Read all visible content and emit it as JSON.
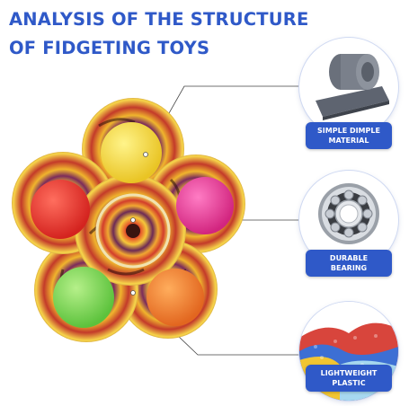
{
  "headline": {
    "line1": "ANALYSIS OF THE STRUCTURE",
    "line2": "OF FIDGETING TOYS"
  },
  "features": [
    {
      "name": "material",
      "label_line1": "SIMPLE DIMPLE",
      "label_line2": "MATERIAL",
      "icon": "foam-roll-icon"
    },
    {
      "name": "bearing",
      "label_line1": "DURABLE",
      "label_line2": "BEARING",
      "icon": "ball-bearing-icon"
    },
    {
      "name": "plastic",
      "label_line1": "LIGHTWEIGHT",
      "label_line2": "PLASTIC",
      "icon": "plastic-pellets-icon"
    }
  ],
  "colors": {
    "accent": "#2f59c8",
    "bubble_top": "#f2d33a",
    "bubble_left": "#e8332f",
    "bubble_right": "#e8399a",
    "bubble_bottom_left": "#7fd45a",
    "bubble_bottom_right": "#f07c2a"
  }
}
